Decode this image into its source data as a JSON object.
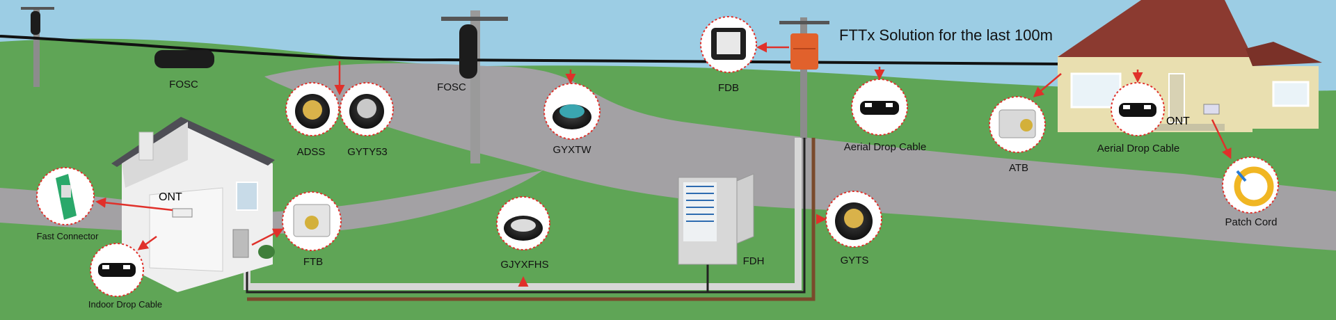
{
  "title": "FTTx Solution for the last 100m",
  "labels": {
    "fosc_left": "FOSC",
    "fosc_pole": "FOSC",
    "adss": "ADSS",
    "gyty53": "GYTY53",
    "gyxtw": "GYXTW",
    "fdb": "FDB",
    "aerial_drop_cable_mid": "Aerial Drop Cable",
    "atb": "ATB",
    "aerial_drop_cable_house": "Aerial Drop Cable",
    "ont_house": "ONT",
    "patch_cord": "Patch Cord",
    "ont_building": "ONT",
    "fast_connector": "Fast Connector",
    "indoor_drop_cable": "Indoor Drop Cable",
    "ftb": "FTB",
    "gjyxfhs": "GJYXFHS",
    "fdh": "FDH",
    "gyts": "GYTS"
  },
  "colors": {
    "sky": "#9ccde4",
    "grass": "#5fa556",
    "road": "#a3a1a4",
    "arrow": "#e0302a",
    "duct_brown": "#7a4a2c"
  },
  "icons": [
    "fosc-closure-icon",
    "adss-cable-icon",
    "gyty53-cable-icon",
    "gyxtw-cable-icon",
    "fdb-box-icon",
    "aerial-drop-cable-icon",
    "atb-box-icon",
    "patch-cord-icon",
    "fast-connector-icon",
    "indoor-drop-cable-icon",
    "ftb-box-icon",
    "gjyxfhs-cable-icon",
    "fdh-cabinet-icon",
    "gyts-cable-icon",
    "house-icon",
    "building-icon",
    "utility-pole-icon"
  ]
}
